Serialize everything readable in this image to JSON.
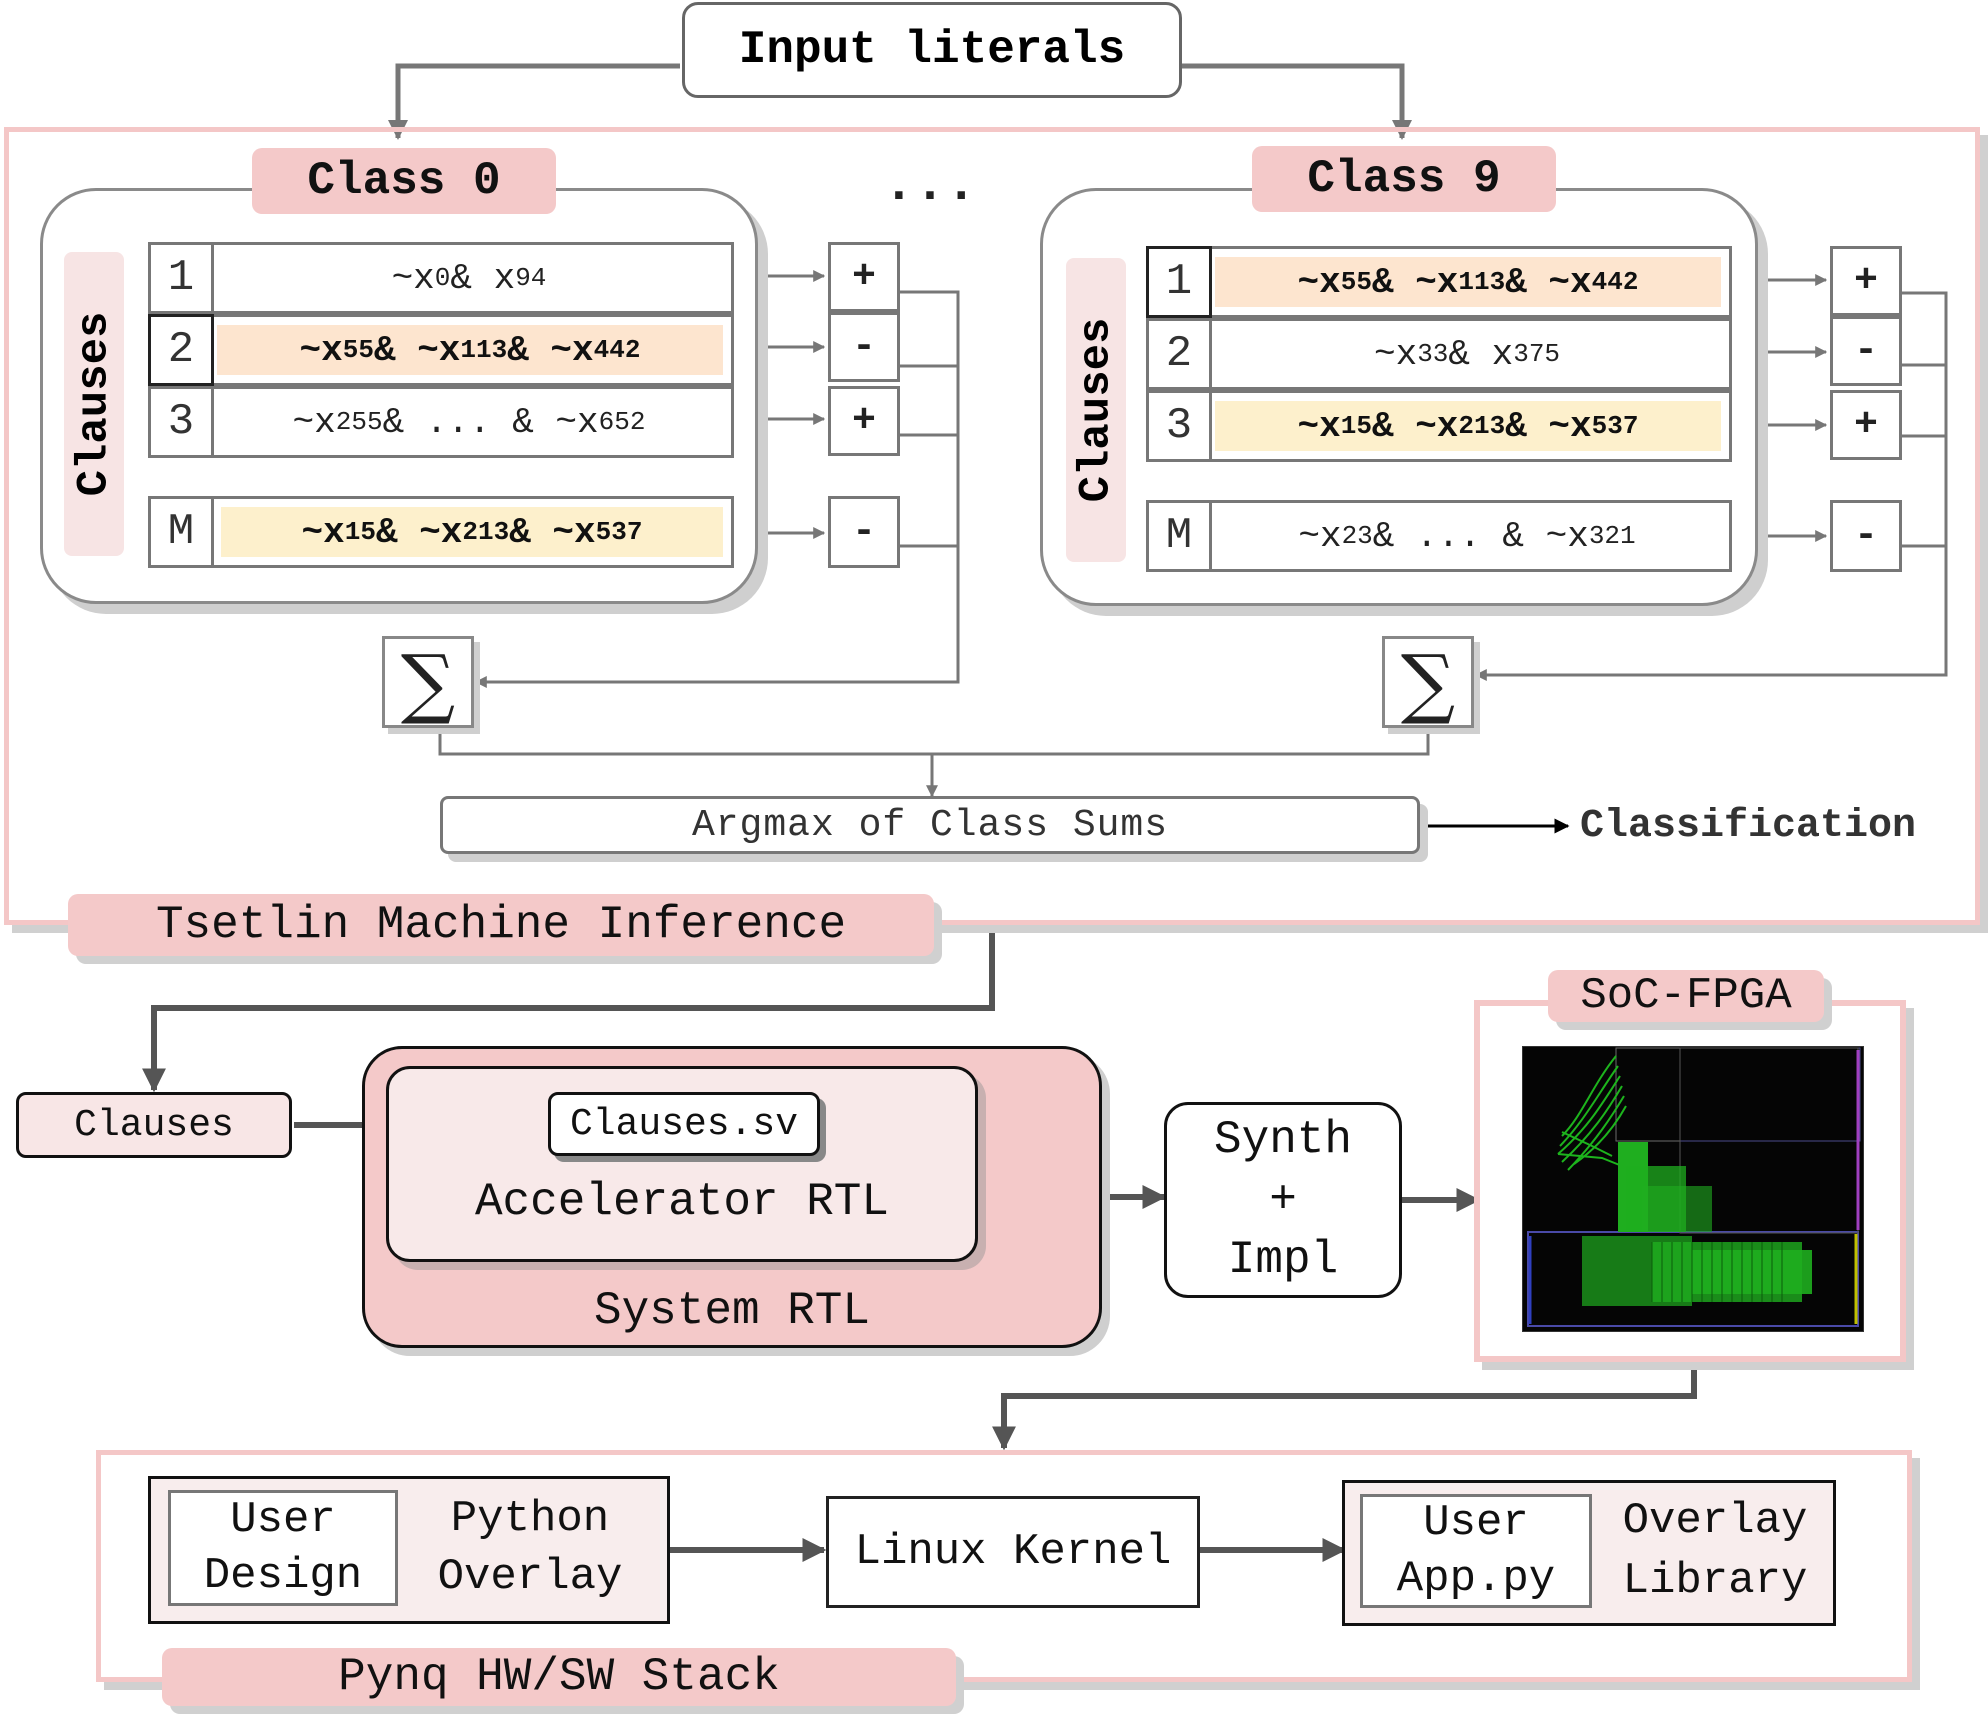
{
  "input_literals": "Input literals",
  "ellipsis": "...",
  "class0": {
    "title": "Class 0",
    "vertical_label": "Clauses",
    "clauses": [
      {
        "num": "1",
        "text_html": "~x<sub>0</sub> &amp; x<sub>94</sub>",
        "highlight": "none",
        "sign": "+"
      },
      {
        "num": "2",
        "text_html": "~x<sub>55</sub> &amp; ~x<sub>113</sub> &amp; ~x<sub>442</sub>",
        "highlight": "orange",
        "sign": "-"
      },
      {
        "num": "3",
        "text_html": "~x<sub>255</sub> &amp; ... &amp; ~x<sub>652</sub>",
        "highlight": "none",
        "sign": "+"
      },
      {
        "num": "M",
        "text_html": "~x<sub>15</sub> &amp; ~x<sub>213</sub> &amp; ~x<sub>537</sub>",
        "highlight": "yellow",
        "sign": "-"
      }
    ],
    "sum_symbol": "∑"
  },
  "class9": {
    "title": "Class 9",
    "vertical_label": "Clauses",
    "clauses": [
      {
        "num": "1",
        "text_html": "~x<sub>55</sub> &amp; ~x<sub>113</sub> &amp; ~x<sub>442</sub>",
        "highlight": "orange",
        "sign": "+"
      },
      {
        "num": "2",
        "text_html": "~x<sub>33</sub> &amp; x<sub>375</sub>",
        "highlight": "none",
        "sign": "-"
      },
      {
        "num": "3",
        "text_html": "~x<sub>15</sub> &amp; ~x<sub>213</sub> &amp; ~x<sub>537</sub>",
        "highlight": "yellow",
        "sign": "+"
      },
      {
        "num": "M",
        "text_html": "~x<sub>23</sub> &amp; ... &amp; ~x<sub>321</sub>",
        "highlight": "none",
        "sign": "-"
      }
    ],
    "sum_symbol": "∑"
  },
  "argmax": "Argmax of Class Sums",
  "classification": "Classification",
  "tm_inference": "Tsetlin Machine Inference",
  "clauses_box": "Clauses",
  "clauses_sv": "Clauses.sv",
  "accelerator_rtl": "Accelerator RTL",
  "system_rtl": "System RTL",
  "synth": {
    "line1": "Synth",
    "line2": "+",
    "line3": "Impl"
  },
  "soc_fpga": "SoC-FPGA",
  "pynq_stack": "Pynq HW/SW Stack",
  "user_design": {
    "line1": "User",
    "line2": "Design"
  },
  "python_overlay": {
    "line1": "Python",
    "line2": "Overlay"
  },
  "linux_kernel": "Linux Kernel",
  "user_app": {
    "line1": "User",
    "line2": "App.py"
  },
  "overlay_library": {
    "line1": "Overlay",
    "line2": "Library"
  },
  "colors": {
    "pink_frame": "#f4c7c7",
    "pink_fill": "#f4c9c9",
    "orange_hl": "#fde5cf",
    "yellow_hl": "#fdf0cc",
    "wire": "#777777"
  }
}
